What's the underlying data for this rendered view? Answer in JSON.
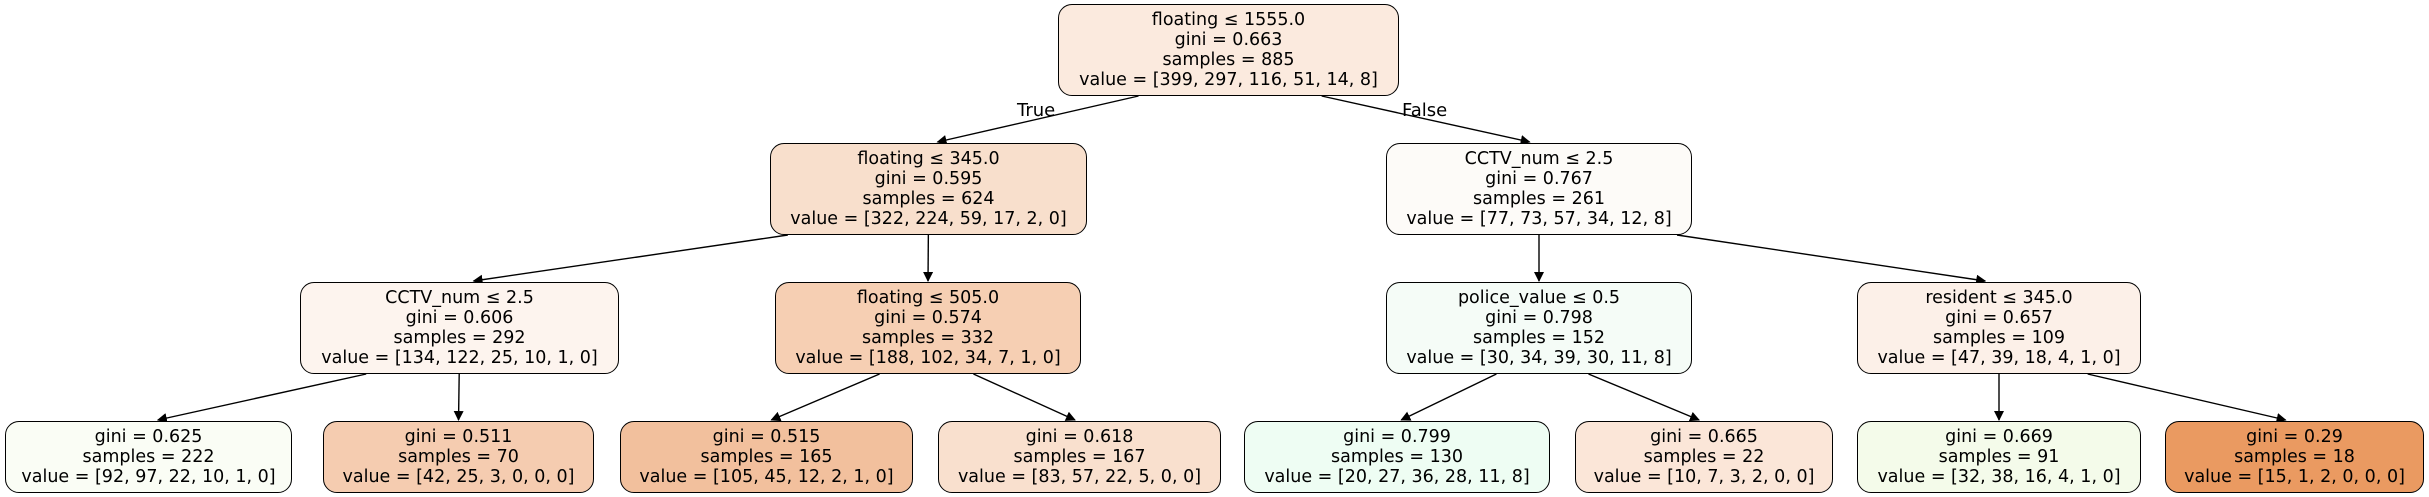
{
  "tree": {
    "edge_labels": {
      "true_label": "True",
      "false_label": "False"
    },
    "nodes": {
      "root": {
        "lines": [
          "floating ≤ 1555.0",
          "gini = 0.663",
          "samples = 885",
          "value = [399, 297, 116, 51, 14, 8]"
        ],
        "fill": "#fbeade"
      },
      "n1": {
        "lines": [
          "floating ≤ 345.0",
          "gini = 0.595",
          "samples = 624",
          "value = [322, 224, 59, 17, 2, 0]"
        ],
        "fill": "#f8dfcc"
      },
      "n2": {
        "lines": [
          "CCTV_num ≤ 2.5",
          "gini = 0.767",
          "samples = 261",
          "value = [77, 73, 57, 34, 12, 8]"
        ],
        "fill": "#fdfbf8"
      },
      "n3": {
        "lines": [
          "CCTV_num ≤ 2.5",
          "gini = 0.606",
          "samples = 292",
          "value = [134, 122, 25, 10, 1, 0]"
        ],
        "fill": "#fdf4ee"
      },
      "n4": {
        "lines": [
          "floating ≤ 505.0",
          "gini = 0.574",
          "samples = 332",
          "value = [188, 102, 34, 7, 1, 0]"
        ],
        "fill": "#f6cfb3"
      },
      "n5": {
        "lines": [
          "police_value ≤ 0.5",
          "gini = 0.798",
          "samples = 152",
          "value = [30, 34, 39, 30, 11, 8]"
        ],
        "fill": "#f5fcf7"
      },
      "n6": {
        "lines": [
          "resident ≤ 345.0",
          "gini = 0.657",
          "samples = 109",
          "value = [47, 39, 18, 4, 1, 0]"
        ],
        "fill": "#fcf0e8"
      },
      "l1": {
        "lines": [
          "gini = 0.625",
          "samples = 222",
          "value = [92, 97, 22, 10, 1, 0]"
        ],
        "fill": "#fafdf5"
      },
      "l2": {
        "lines": [
          "gini = 0.511",
          "samples = 70",
          "value = [42, 25, 3, 0, 0, 0]"
        ],
        "fill": "#f5ccb0"
      },
      "l3": {
        "lines": [
          "gini = 0.515",
          "samples = 165",
          "value = [105, 45, 12, 2, 1, 0]"
        ],
        "fill": "#f2c09d"
      },
      "l4": {
        "lines": [
          "gini = 0.618",
          "samples = 167",
          "value = [83, 57, 22, 5, 0, 0]"
        ],
        "fill": "#f9e0ce"
      },
      "l5": {
        "lines": [
          "gini = 0.799",
          "samples = 130",
          "value = [20, 27, 36, 28, 11, 8]"
        ],
        "fill": "#eefdf3"
      },
      "l6": {
        "lines": [
          "gini = 0.665",
          "samples = 22",
          "value = [10, 7, 3, 2, 0, 0]"
        ],
        "fill": "#fbe6d8"
      },
      "l7": {
        "lines": [
          "gini = 0.669",
          "samples = 91",
          "value = [32, 38, 16, 4, 1, 0]"
        ],
        "fill": "#f4fbea"
      },
      "l8": {
        "lines": [
          "gini = 0.29",
          "samples = 18",
          "value = [15, 1, 2, 0, 0, 0]"
        ],
        "fill": "#ea9a61"
      }
    }
  }
}
